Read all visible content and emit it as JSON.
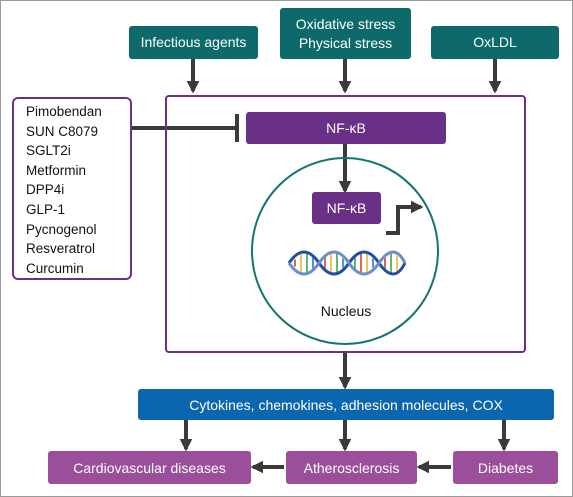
{
  "stimuli": {
    "infectious": "Infectious agents",
    "stress_line1": "Oxidative stress",
    "stress_line2": "Physical stress",
    "oxldl": "OxLDL"
  },
  "inhibitors": [
    "Pimobendan",
    "SUN C8079",
    "SGLT2i",
    "Metformin",
    "DPP4i",
    "GLP-1",
    "Pycnogenol",
    "Resveratrol",
    "Curcumin"
  ],
  "nfkb_cytoplasm": "NF-κB",
  "nfkb_nucleus": "NF-κB",
  "nucleus_label": "Nucleus",
  "outputs": "Cytokines, chemokines, adhesion molecules, COX",
  "outcomes": {
    "cardiovascular": "Cardiovascular diseases",
    "atherosclerosis": "Atherosclerosis",
    "diabetes": "Diabetes"
  },
  "colors": {
    "teal": "#0e6a6a",
    "purple": "#6a2f87",
    "blue": "#0c66ad",
    "pink": "#9b4e99",
    "arrow": "#3a3a3a"
  }
}
